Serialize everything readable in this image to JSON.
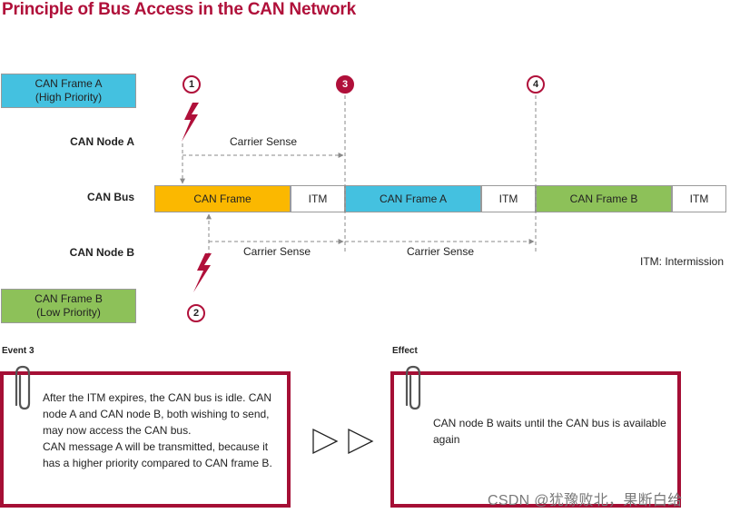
{
  "title": "Principle of Bus Access in the CAN Network",
  "legend": {
    "frame_a": [
      "CAN Frame A",
      "(High Priority)"
    ],
    "frame_b": [
      "CAN Frame B",
      "(Low Priority)"
    ],
    "colors": {
      "frame_a": "#44c1e0",
      "frame_b": "#8dc159"
    }
  },
  "rows": {
    "node_a": "CAN Node A",
    "bus": "CAN Bus",
    "node_b": "CAN Node B"
  },
  "bus_segments": [
    {
      "label": "CAN Frame",
      "color": "#fbb800"
    },
    {
      "label": "ITM",
      "color": "#ffffff"
    },
    {
      "label": "CAN Frame A",
      "color": "#44c1e0"
    },
    {
      "label": "ITM",
      "color": "#ffffff"
    },
    {
      "label": "CAN Frame B",
      "color": "#8dc159"
    },
    {
      "label": "ITM",
      "color": "#ffffff"
    }
  ],
  "markers": [
    "1",
    "2",
    "3",
    "4"
  ],
  "carrier_sense": {
    "node_a": "Carrier Sense",
    "node_b_1": "Carrier Sense",
    "node_b_2": "Carrier Sense"
  },
  "itm_note": "ITM: Intermission",
  "event3": {
    "label": "Event 3",
    "lines": [
      "After the ITM expires, the CAN bus is idle. CAN",
      "node A and CAN node B, both wishing to send,",
      "may now access the CAN bus.",
      "CAN message A will be transmitted, because it",
      "has a higher priority compared to CAN frame B."
    ]
  },
  "effect": {
    "label": "Effect",
    "lines": [
      "CAN node B waits until the CAN bus is available",
      "again"
    ]
  },
  "watermark": "CSDN @犹豫败北，果断白给",
  "icons": [
    "lightning-icon",
    "paperclip-icon",
    "play-arrow-icon"
  ],
  "accent_color": "#b0103a"
}
